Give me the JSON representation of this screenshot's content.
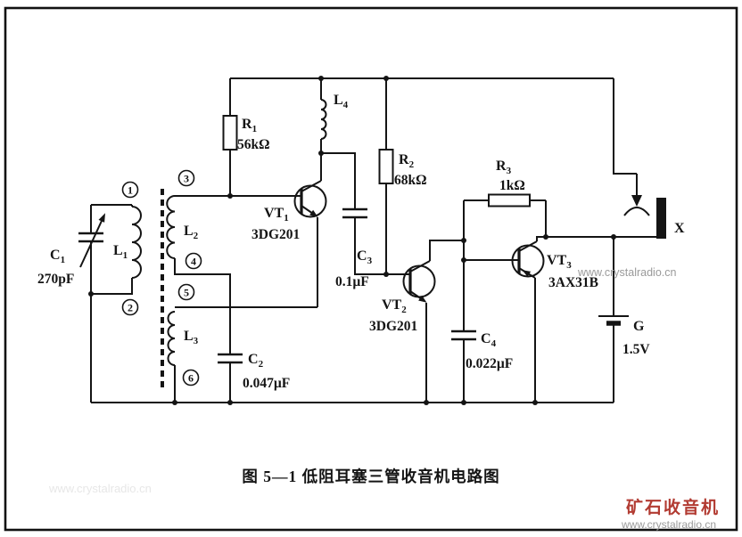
{
  "page": {
    "background": "#ffffff",
    "ink": "#141414",
    "caption": "图 5—1  低阻耳塞三管收音机电路图"
  },
  "watermarks": {
    "right": "www.crystalradio.cn",
    "brand": "矿石收音机",
    "brand_color": "#b23b32",
    "url": "www.crystalradio.cn",
    "faint": "www.crystalradio.cn",
    "gray": "#9a9a9a"
  },
  "components": {
    "c1": {
      "name": "C",
      "sub": "1",
      "value": "270pF"
    },
    "c2": {
      "name": "C",
      "sub": "2",
      "value": "0.047µF"
    },
    "c3": {
      "name": "C",
      "sub": "3",
      "value": "0.1µF"
    },
    "c4": {
      "name": "C",
      "sub": "4",
      "value": "0.022µF"
    },
    "r1": {
      "name": "R",
      "sub": "1",
      "value": "56kΩ"
    },
    "r2": {
      "name": "R",
      "sub": "2",
      "value": "68kΩ"
    },
    "r3": {
      "name": "R",
      "sub": "3",
      "value": "1kΩ"
    },
    "l1": {
      "name": "L",
      "sub": "1"
    },
    "l2": {
      "name": "L",
      "sub": "2"
    },
    "l3": {
      "name": "L",
      "sub": "3"
    },
    "l4": {
      "name": "L",
      "sub": "4"
    },
    "vt1": {
      "name": "VT",
      "sub": "1",
      "value": "3DG201"
    },
    "vt2": {
      "name": "VT",
      "sub": "2",
      "value": "3DG201"
    },
    "vt3": {
      "name": "VT",
      "sub": "3",
      "value": "3AX31B"
    },
    "g": {
      "name": "G",
      "value": "1.5V"
    },
    "x": {
      "name": "X"
    }
  },
  "terminals": [
    "1",
    "2",
    "3",
    "4",
    "5",
    "6"
  ]
}
